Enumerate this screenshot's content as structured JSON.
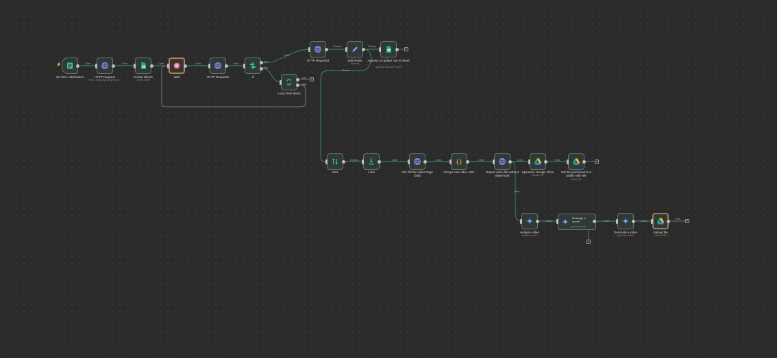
{
  "colors": {
    "background": "#2b2b2b",
    "edge": "#3e8f6f",
    "edge_loop": "#8a8a8a",
    "node_fill": "#2f3a36",
    "node_border": "#6b7470"
  },
  "nodes": [
    {
      "id": "form",
      "label": "On form submission",
      "icon": "form-icon"
    },
    {
      "id": "http1",
      "label": "HTTP Request",
      "sub": "POST: https://api.apify.com/v…",
      "icon": "globe-icon"
    },
    {
      "id": "sheet1",
      "label": "Create sheet1",
      "sub": "create: sheet",
      "icon": "sheets-icon"
    },
    {
      "id": "wait",
      "label": "Wait",
      "icon": "pause-icon"
    },
    {
      "id": "http2",
      "label": "HTTP Request2",
      "icon": "globe-icon"
    },
    {
      "id": "if",
      "label": "If",
      "icon": "branch-icon"
    },
    {
      "id": "http3",
      "label": "HTTP Request3",
      "icon": "globe-icon"
    },
    {
      "id": "edit",
      "label": "Edit Fields",
      "sub": "manual",
      "icon": "pencil-icon"
    },
    {
      "id": "append",
      "label": "Append or update row in sheet",
      "sub": "appendOrUpdate: sheet",
      "icon": "sheets-icon"
    },
    {
      "id": "loop",
      "label": "Loop Over Items",
      "icon": "loop-icon"
    },
    {
      "id": "sort",
      "label": "Sort",
      "icon": "sort-icon"
    },
    {
      "id": "limit",
      "label": "Limit",
      "icon": "limit-icon"
    },
    {
      "id": "tiktok",
      "label": "Get TikTok Video Page Data",
      "icon": "globe-icon"
    },
    {
      "id": "scrape",
      "label": "Scrape raw video URL",
      "icon": "code-icon"
    },
    {
      "id": "output",
      "label": "Output video file without watermark",
      "icon": "globe-icon"
    },
    {
      "id": "upload_drive",
      "label": "Upload to Google Drive",
      "sub": "upload: file",
      "icon": "drive-icon"
    },
    {
      "id": "perm",
      "label": "Set file permissions to public with link",
      "sub": "share: file",
      "icon": "drive-icon"
    },
    {
      "id": "analyze",
      "label": "Analyze video",
      "sub": "analyze: video",
      "icon": "gemini-icon"
    },
    {
      "id": "message",
      "label": "Message a model",
      "sub": "generate: text",
      "icon": "gemini-icon"
    },
    {
      "id": "generate",
      "label": "Generate a video",
      "sub": "generate: video",
      "icon": "gemini-icon"
    },
    {
      "id": "upload_file",
      "label": "Upload file",
      "sub": "upload: file",
      "icon": "drive-icon"
    }
  ],
  "edge_labels": {
    "e1": "1 item",
    "e2": "1 item",
    "e3": "1 item",
    "e4": "1 item",
    "e5": "1 item",
    "if_true": "1 item",
    "if_t": "true",
    "if_f": "false",
    "e_http3": "20 items",
    "e_edit": "20 items",
    "e_loopback": "20 items",
    "loop_done": "done",
    "loop_loop": "loop",
    "e_sort": "20 items",
    "e_limit": "1 item",
    "e_tiktok": "1 item",
    "e_scrape": "1 item",
    "e_output": "1 item",
    "e_drive": "1 item",
    "e_branch": "1 item",
    "e_analyze": "1 item",
    "e_message": "1 item",
    "e_generate": "1 item",
    "e_upload": "1 item"
  }
}
